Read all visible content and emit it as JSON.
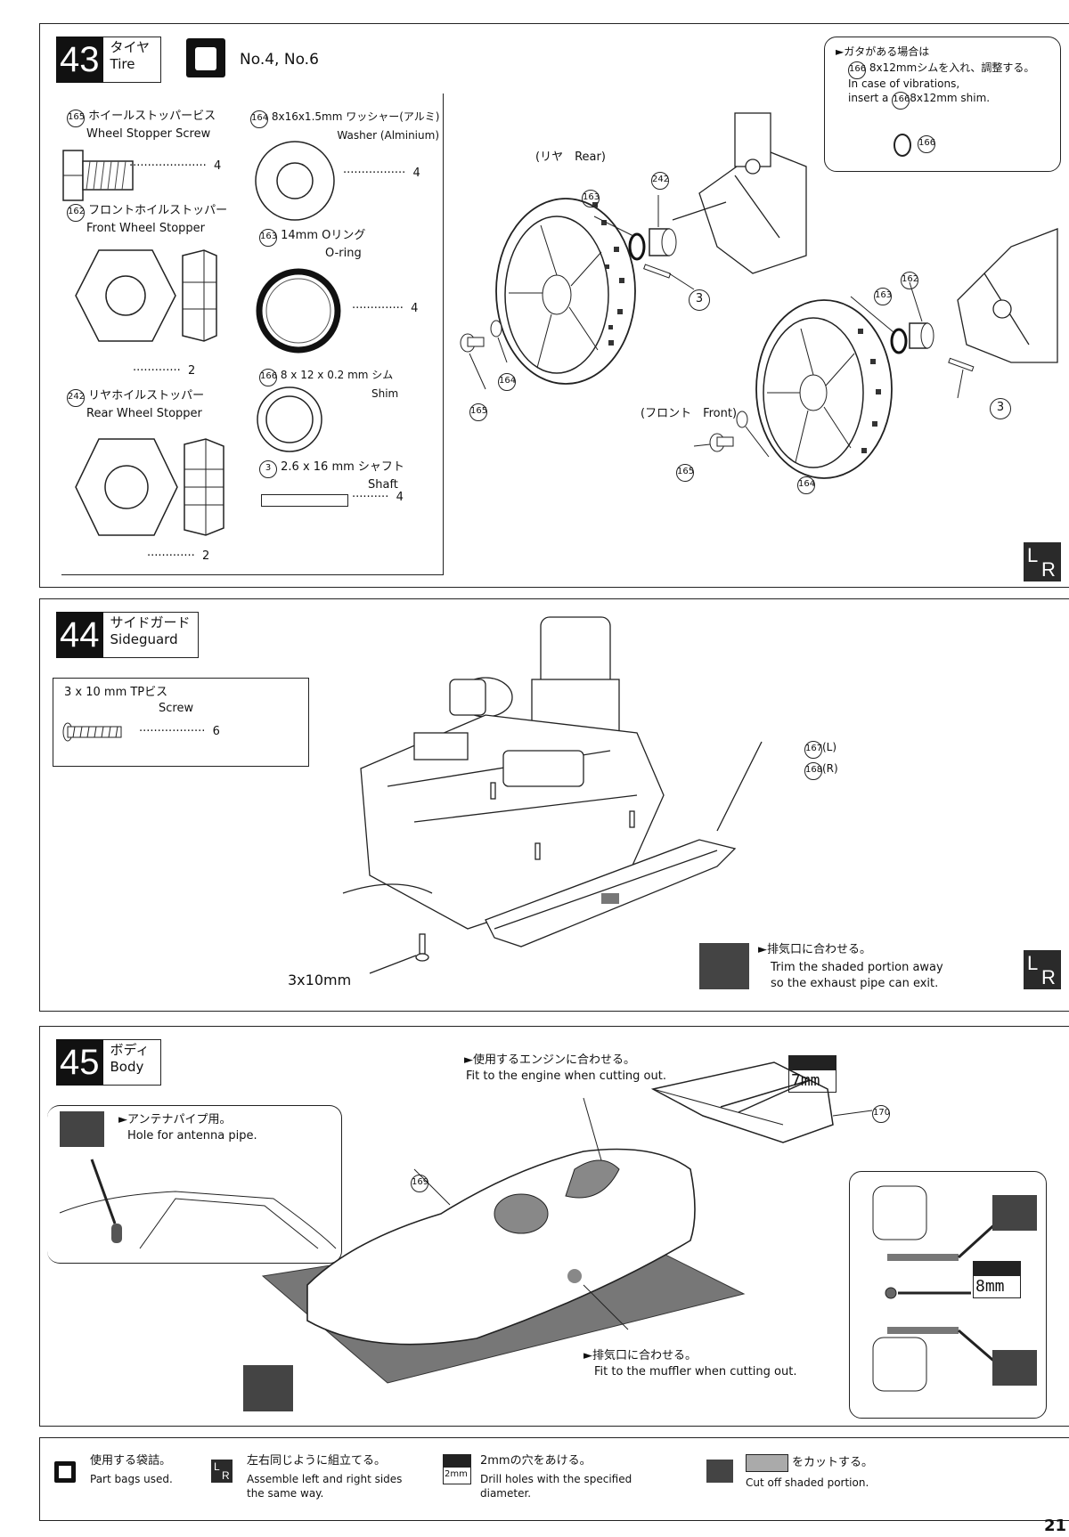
{
  "step43": {
    "number": "43",
    "title_jp": "タイヤ",
    "title_en": "Tire",
    "bags": "No.4, No.6",
    "parts": {
      "p165": {
        "num": "165",
        "jp": "ホイールストッパービス",
        "en": "Wheel Stopper Screw",
        "qty": "4"
      },
      "p164": {
        "num": "164",
        "jp": "8x16x1.5mm ワッシャー(アルミ)",
        "en": "Washer (Alminium)",
        "qty": "4"
      },
      "p162": {
        "num": "162",
        "jp": "フロントホイルストッパー",
        "en": "Front Wheel Stopper",
        "qty": "2"
      },
      "p163": {
        "num": "163",
        "jp": "14mm Oリング",
        "en": "O-ring",
        "qty": "4"
      },
      "p166": {
        "num": "166",
        "jp": "8 x 12 x 0.2 mm シム",
        "en": "Shim"
      },
      "p242": {
        "num": "242",
        "jp": "リヤホイルストッパー",
        "en": "Rear Wheel Stopper",
        "qty": "2"
      },
      "p3": {
        "num": "3",
        "jp": "2.6 x 16 mm シャフト",
        "en": "Shaft",
        "qty": "4"
      }
    },
    "callout": {
      "jp1": "►ガタがある場合は",
      "jp2": "8x12mmシムを入れ、調整する。",
      "en1": "In case of vibrations,",
      "en2": "insert a",
      "en2b": "8x12mm shim.",
      "ref": "166"
    },
    "rear_label": "(リヤ　Rear)",
    "front_label": "(フロント　Front)",
    "callouts": [
      "163",
      "242",
      "3",
      "164",
      "165",
      "162",
      "163",
      "3",
      "165",
      "164"
    ]
  },
  "step44": {
    "number": "44",
    "title_jp": "サイドガード",
    "title_en": "Sideguard",
    "part_jp": "3 x 10 mm TPビス",
    "part_en": "Screw",
    "qty": "6",
    "p167": "167",
    "p167_side": "(L)",
    "p168": "168",
    "p168_side": "(R)",
    "screw_label": "3x10mm",
    "note_jp": "►排気口に合わせる。",
    "note_en1": "Trim the shaded portion away",
    "note_en2": "so the exhaust pipe can exit."
  },
  "step45": {
    "number": "45",
    "title_jp": "ボディ",
    "title_en": "Body",
    "antenna_jp": "►アンテナパイプ用。",
    "antenna_en": "Hole for antenna pipe.",
    "engine_jp": "►使用するエンジンに合わせる。",
    "engine_en": "Fit to the engine when cutting out.",
    "muffler_jp": "►排気口に合わせる。",
    "muffler_en": "Fit to the muffler when cutting out.",
    "p169": "169",
    "p170": "170",
    "drill1": "7mm",
    "drill2": "8mm"
  },
  "legend": {
    "bag_jp": "使用する袋詰。",
    "bag_en": "Part bags used.",
    "lr_jp": "左右同じように組立てる。",
    "lr_en1": "Assemble left and right sides",
    "lr_en2": "the same way.",
    "drill_jp": "2mmの穴をあける。",
    "drill_tag": "2mm",
    "drill_en1": "Drill holes with the specified",
    "drill_en2": "diameter.",
    "cut_jp": "をカットする。",
    "cut_en": "Cut off shaded portion."
  },
  "page_number": "21"
}
